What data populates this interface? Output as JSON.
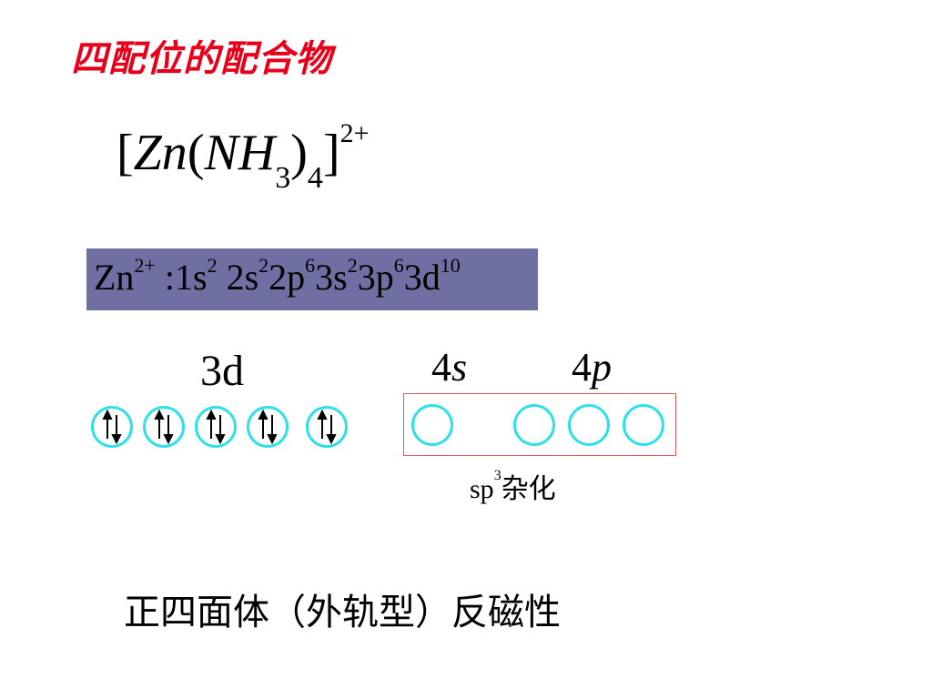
{
  "title": "四配位的配合物",
  "formula": {
    "open_bracket": "[",
    "zn": "Zn",
    "open_paren": "(",
    "nh": "NH",
    "sub3": "3",
    "close_paren": ")",
    "sub4": "4",
    "close_bracket": "]",
    "charge": "2+"
  },
  "electron_config": {
    "ion": "Zn",
    "ion_charge": "2+",
    "colon": ":",
    "orbitals": [
      {
        "label": "1s",
        "count": "2"
      },
      {
        "label": "2s",
        "count": "2"
      },
      {
        "label": "2p",
        "count": "6"
      },
      {
        "label": "3s",
        "count": "2"
      },
      {
        "label": "3p",
        "count": "6"
      },
      {
        "label": "3d",
        "count": "10"
      }
    ]
  },
  "orbital_labels": {
    "d3_num": "3",
    "d3_letter": "d",
    "s4_num": "4",
    "s4_letter": "s",
    "p4_num": "4",
    "p4_letter": "p"
  },
  "d_orbitals": [
    "paired",
    "paired",
    "paired",
    "paired",
    "paired"
  ],
  "hybrid_orbitals": [
    "4s",
    "4p",
    "4p",
    "4p"
  ],
  "hybridization": {
    "prefix": "sp",
    "power": "3",
    "suffix": "杂化"
  },
  "summary": "正四面体（外轨型）反磁性",
  "colors": {
    "title": "#e8001b",
    "config_bg": "#6f6fa3",
    "orbital_ring": "#2fe0ea",
    "hybrid_box": "#e25a5a"
  }
}
